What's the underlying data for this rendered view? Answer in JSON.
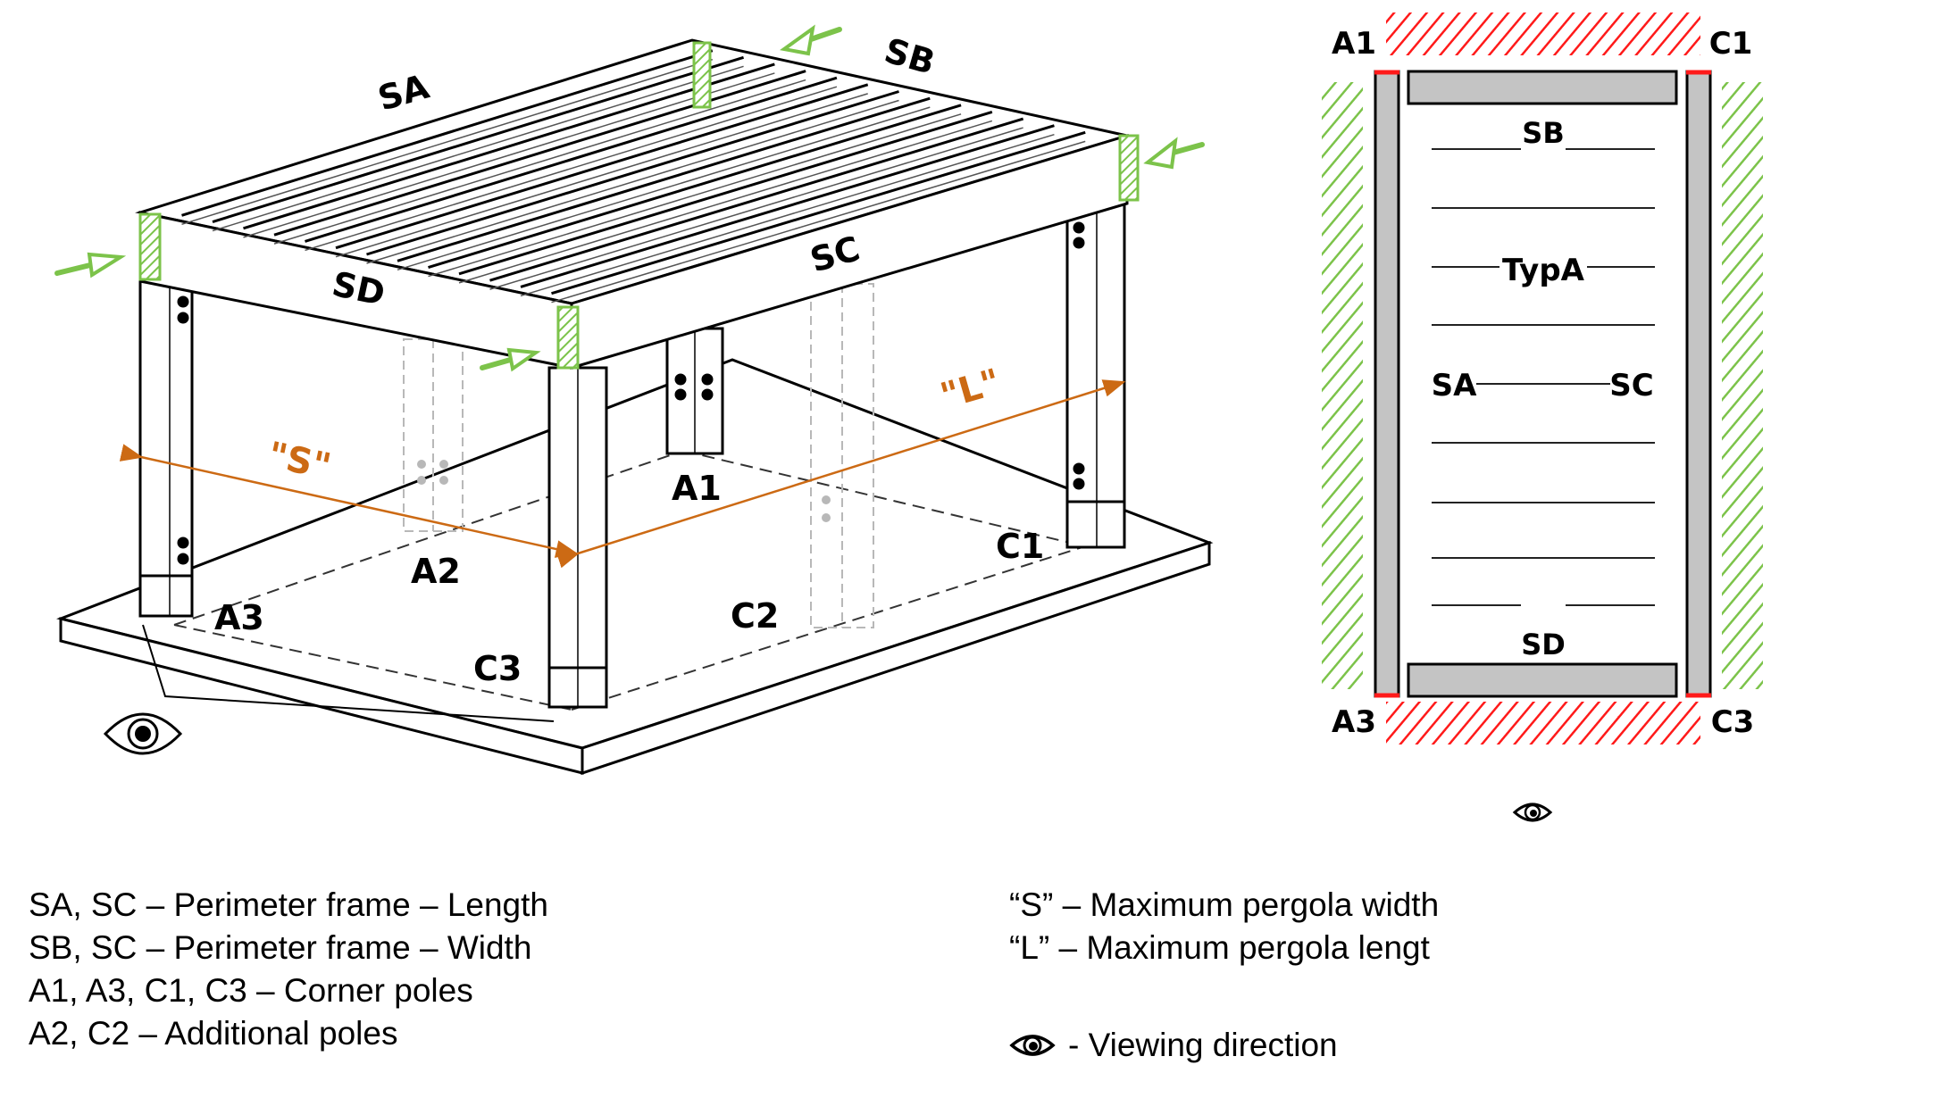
{
  "colors": {
    "frame": "#000000",
    "hatch_green": "#7cc34a",
    "hatch_red": "#ff1a1a",
    "dimension": "#cc6a14",
    "ghost": "#b8b8b8",
    "beam_fill": "#c4c4c4"
  },
  "isometric": {
    "frame_labels": {
      "sa": "SA",
      "sb": "SB",
      "sc": "SC",
      "sd": "SD"
    },
    "pole_labels": {
      "a1": "A1",
      "a2": "A2",
      "a3": "A3",
      "c1": "C1",
      "c2": "C2",
      "c3": "C3"
    },
    "dimension_labels": {
      "s": "\"S\"",
      "l": "\"L\""
    },
    "icons": {
      "viewer": "eye-icon",
      "load_arrow": "green-arrow-icon"
    }
  },
  "plan": {
    "corner_labels": {
      "a1": "A1",
      "c1": "C1",
      "a3": "A3",
      "c3": "C3"
    },
    "beam_labels": {
      "sb": "SB",
      "sd": "SD",
      "sa": "SA",
      "sc": "SC"
    },
    "louver_type": "TypA",
    "icons": {
      "viewer": "eye-icon"
    }
  },
  "legend": {
    "left": [
      "SA, SC – Perimeter frame – Length",
      "SB, SC – Perimeter frame – Width",
      "A1, A3, C1, C3 – Corner poles",
      "A2, C2 – Additional poles"
    ],
    "right": [
      "“S” – Maximum pergola width",
      "“L” – Maximum pergola lengt"
    ],
    "viewing_direction": "- Viewing direction"
  }
}
